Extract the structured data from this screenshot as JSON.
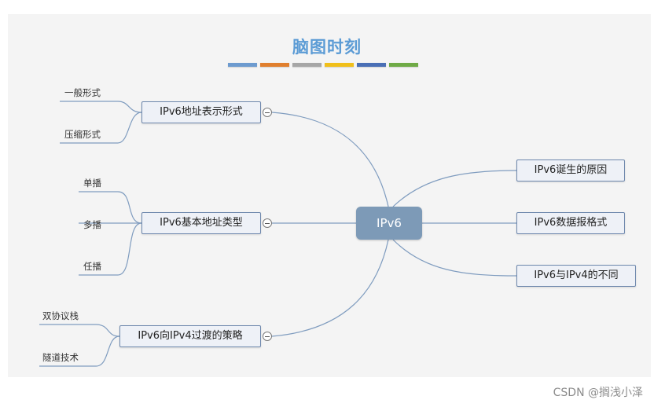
{
  "title": "脑图时刻",
  "accent_bar_colors": [
    "#6d9bcf",
    "#e07f2e",
    "#a6a6a6",
    "#f0bf1a",
    "#4a6fb5",
    "#6faa46"
  ],
  "central_node": "IPv6",
  "left_branches": [
    {
      "label": "IPv6地址表示形式",
      "children": [
        "一般形式",
        "压缩形式"
      ]
    },
    {
      "label": "IPv6基本地址类型",
      "children": [
        "单播",
        "多播",
        "任播"
      ]
    },
    {
      "label": "IPv6向IPv4过渡的策略",
      "children": [
        "双协议栈",
        "隧道技术"
      ]
    }
  ],
  "right_branches": [
    "IPv6诞生的原因",
    "IPv6数据报格式",
    "IPv6与IPv4的不同"
  ],
  "watermark": "CSDN @搁浅小泽",
  "colors": {
    "link": "#7f9cbf",
    "node_border": "#6e88ad",
    "central_fill": "#7d9ab7",
    "title": "#5b9bd5"
  }
}
